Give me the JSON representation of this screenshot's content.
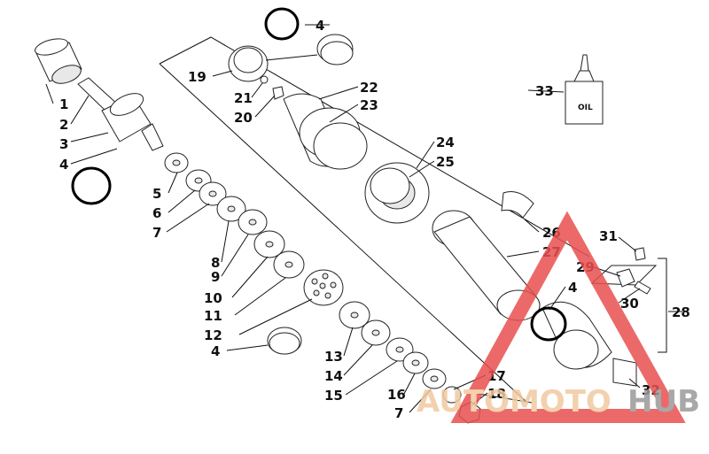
{
  "labels": {
    "l1": "1",
    "l2": "2",
    "l3": "3",
    "l4a": "4",
    "l4b": "4",
    "l4c": "4",
    "l4d": "4",
    "l5": "5",
    "l6": "6",
    "l7a": "7",
    "l7b": "7",
    "l8": "8",
    "l9": "9",
    "l10": "10",
    "l11": "11",
    "l12": "12",
    "l13": "13",
    "l14": "14",
    "l15": "15",
    "l16": "16",
    "l17": "17",
    "l18": "18",
    "l19": "19",
    "l20": "20",
    "l21": "21",
    "l22": "22",
    "l23": "23",
    "l24": "24",
    "l25": "25",
    "l26": "26",
    "l27": "27",
    "l28": "28",
    "l29": "29",
    "l30": "30",
    "l31": "31",
    "l32": "32",
    "l33": "33"
  },
  "bottle_text": "OIL",
  "watermark": {
    "part1": "AUTOMOTO",
    "part2": "HUB",
    "color_primary": "#e94f4f",
    "color_secondary": "#9a9a9a"
  }
}
